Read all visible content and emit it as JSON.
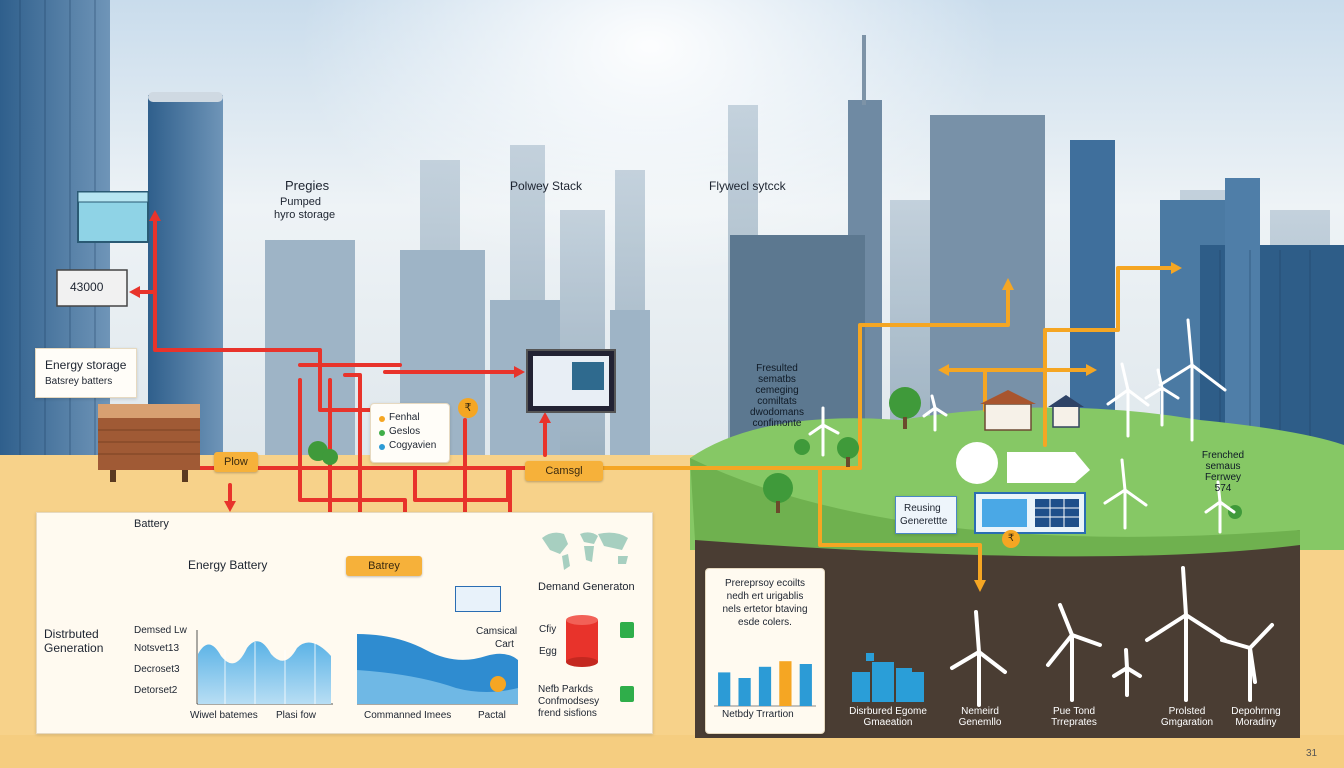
{
  "colors": {
    "sky": "#dfeaf2",
    "ground": "#f7d28a",
    "red_line": "#e8332b",
    "orange_line": "#f5a623",
    "grass": "#7cc55a",
    "soil": "#4a3d33",
    "bar_blue": "#2c9bd6",
    "bar_orange": "#f5a623"
  },
  "labels": {
    "pregies": "Pregies",
    "pumped_line1": "Pumped",
    "pumped_line2": "hyro storage",
    "polwey_stack": "Polwey Stack",
    "flywheel_stack": "Flywecl sytcck",
    "battery_number": "43000",
    "energy_storage": "Energy storage",
    "battery_sub": "Batsrey batters",
    "flow_tag": "Plow",
    "control_tag": "Camsgl",
    "legend_1": "Fenhal",
    "legend_2": "Geslos",
    "legend_3": "Cogyavien",
    "center_text": [
      "Fresulted",
      "sematbs",
      "cemeging",
      "comiltats",
      "dwodomans",
      "confimonte"
    ],
    "battery_line": "Battery",
    "energy_battery": "Energy Battery",
    "battery_tag": "Batrey",
    "distributed_line1": "Distrbuted",
    "distributed_line2": "Generation",
    "demand_label": "Demand Generaton",
    "chart_left_rows": [
      "Demsed Lw",
      "Notsvet13",
      "Decroset3",
      "Detorset2"
    ],
    "left_axis_caption_1": "Wiwel batemes",
    "left_axis_caption_2": "Plasi fow",
    "mid_axis_caption_1": "Commanned Imees",
    "mid_axis_caption_2": "Pactal",
    "camsical_1": "Camsical",
    "camsical_2": "Cart",
    "city_label": "Cfiy",
    "egg_label": "Egg",
    "neb_1": "Nefb Parkds",
    "neb_2": "Confmodsesy",
    "neb_3": "frend sisfions",
    "right_panel_text": [
      "Prereprsoy ecoilts",
      "nedh ert urigablis",
      "nels ertetor btaving",
      "esde colers."
    ],
    "bar_caption": "Netbdy Trrartion",
    "reusing_1": "Reusing",
    "reusing_2": "Generettte",
    "right_green_text": [
      "Frenched",
      "semaus",
      "Ferrwey",
      "574"
    ],
    "bottom_labels": [
      [
        "Disrbured Egome",
        "Gmaeation"
      ],
      [
        "Nemeird",
        "Genemllo"
      ],
      [
        "Pue Tond",
        "Trreprates"
      ],
      [
        "Prolsted",
        "Gmgaration"
      ],
      [
        "Depohrnng",
        "Moradiny"
      ]
    ],
    "corner_number": "31",
    "coin_1": "₹",
    "coin_2": "₹",
    "coin_3": "₹"
  },
  "chart_data": {
    "type": "bar",
    "categories": [
      "",
      "",
      "",
      "",
      ""
    ],
    "values": [
      0.6,
      0.5,
      0.7,
      0.8,
      0.75
    ],
    "highlight_index": 3,
    "xlabel": "Netbdy Trrartion",
    "ylabel": ""
  }
}
